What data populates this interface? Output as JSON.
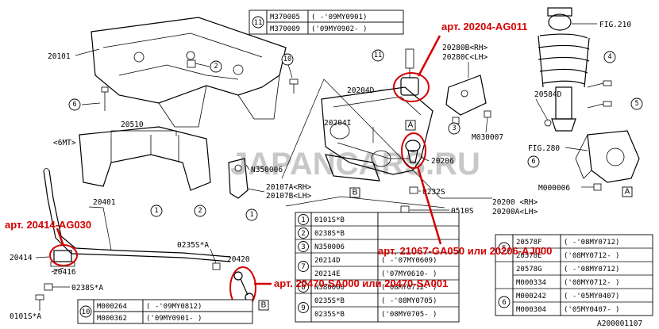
{
  "watermark": "JAPANCARS.RU",
  "footer_code": "A200001107",
  "red_labels": {
    "top_mount": "арт. 20204-AG011",
    "stab_bush": "арт. 20414-AG030",
    "ball_joint": "арт. 21067-GA050 или 20206-AJ000",
    "link": "арт. 20470-SA000 или 20470-SA001"
  },
  "part_labels": {
    "p20101": "20101",
    "p20510": "20510",
    "p6mt": "<6MT>",
    "pN350006": "N350006",
    "p20107a": "20107A<RH>",
    "p20107b": "20107B<LH>",
    "p20401": "20401",
    "p20414": "20414",
    "p20416": "20416",
    "p0238s": "0238S*A",
    "p0101s": "0101S*A",
    "p0235s": "0235S*A",
    "p20420": "20420",
    "p20280b": "20280B<RH>",
    "p20280c": "20280C<LH>",
    "p20204d": "20204D",
    "p20204i": "20204I",
    "p20206": "20206",
    "p0232s": "0232S",
    "p0510s": "0510S",
    "p20200": "20200 <RH>",
    "p20200a": "20200A<LH>",
    "pM030007": "M030007",
    "pFIG210": "FIG.210",
    "p20584d": "20584D",
    "pFIG280": "FIG.280",
    "pM000006": "M000006"
  },
  "callouts": {
    "n1": "1",
    "n2": "2",
    "n3": "3",
    "n4": "4",
    "n5": "5",
    "n6": "6",
    "n7": "7",
    "n8": "8",
    "n9": "9",
    "n10": "10",
    "n11": "11"
  },
  "ref_boxes": {
    "A": "A",
    "B": "B"
  },
  "table_top": {
    "index": "11",
    "rows": [
      {
        "part": "M370005",
        "range": "( -'09MY0901)"
      },
      {
        "part": "M370009",
        "range": "('09MY0902- )"
      }
    ]
  },
  "table_bottom_left": {
    "index": "10",
    "rows": [
      {
        "part": "M000264",
        "range": "( -'09MY0812)"
      },
      {
        "part": "M000362",
        "range": "('09MY0901- )"
      }
    ]
  },
  "table_center": {
    "rows": [
      {
        "idx": "1",
        "part": "0101S*B",
        "range": ""
      },
      {
        "idx": "2",
        "part": "0238S*B",
        "range": ""
      },
      {
        "idx": "3",
        "part": "N350006",
        "range": ""
      },
      {
        "idx": "7",
        "part": "20214D",
        "range": "( -'07MY0609)"
      },
      {
        "idx": "",
        "part": "20214E",
        "range": "('07MY0610- )"
      },
      {
        "idx": "8",
        "part": "N380008",
        "range": "('08MY0712- )"
      },
      {
        "idx": "9",
        "part": "0235S*B",
        "range": "( -'08MY0705)"
      },
      {
        "idx": "",
        "part": "0235S*B",
        "range": "('08MY0705- )"
      }
    ]
  },
  "table_right": {
    "rows": [
      {
        "idx": "",
        "part": "20578F",
        "range": "( -'08MY0712)"
      },
      {
        "idx": "5",
        "part": "20578E",
        "range": "('08MY0712- )"
      },
      {
        "idx": "",
        "part": "20578G",
        "range": "( -'08MY0712)"
      },
      {
        "idx": "",
        "part": "M000334",
        "range": "('08MY0712- )"
      },
      {
        "idx": "6",
        "part": "M000242",
        "range": "( -'05MY0407)"
      },
      {
        "idx": "",
        "part": "M000304",
        "range": "('05MY0407- )"
      }
    ]
  }
}
